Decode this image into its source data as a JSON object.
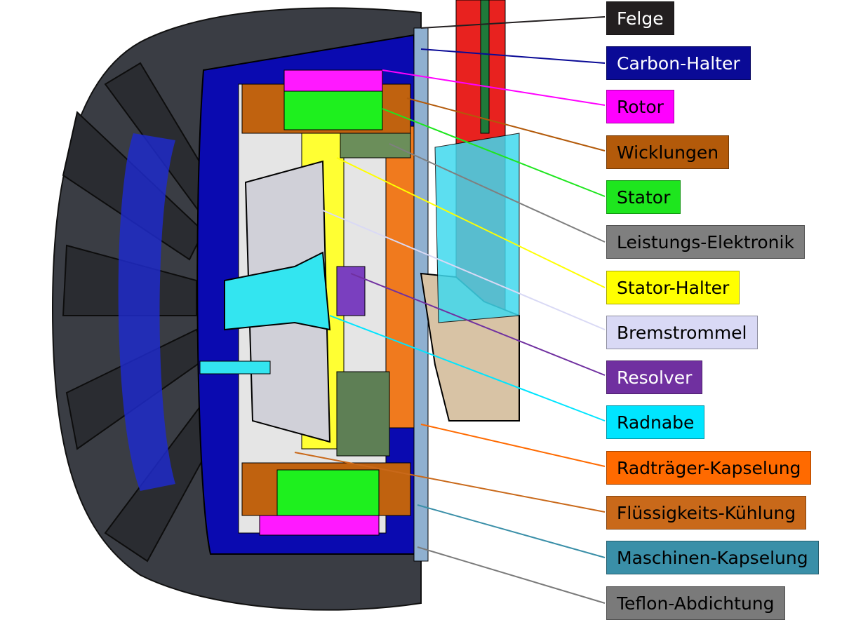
{
  "labels": [
    {
      "id": "felge",
      "text": "Felge",
      "bg": "#231f20",
      "fg": "#ffffff"
    },
    {
      "id": "carbon-halter",
      "text": "Carbon-Halter",
      "bg": "#0a0a96",
      "fg": "#ffffff"
    },
    {
      "id": "rotor",
      "text": "Rotor",
      "bg": "#ff00ff",
      "fg": "#000000"
    },
    {
      "id": "wicklungen",
      "text": "Wicklungen",
      "bg": "#b35a0a",
      "fg": "#000000"
    },
    {
      "id": "stator",
      "text": "Stator",
      "bg": "#1ee61e",
      "fg": "#000000"
    },
    {
      "id": "leistungs-elektronik",
      "text": "Leistungs-Elektronik",
      "bg": "#7f7f7f",
      "fg": "#000000"
    },
    {
      "id": "stator-halter",
      "text": "Stator-Halter",
      "bg": "#ffff00",
      "fg": "#000000"
    },
    {
      "id": "bremstrommel",
      "text": "Bremstrommel",
      "bg": "#d9d9f5",
      "fg": "#000000"
    },
    {
      "id": "resolver",
      "text": "Resolver",
      "bg": "#7030a0",
      "fg": "#ffffff"
    },
    {
      "id": "radnabe",
      "text": "Radnabe",
      "bg": "#00e5ff",
      "fg": "#000000"
    },
    {
      "id": "radtraeger-kapselung",
      "text": "Radträger-Kapselung",
      "bg": "#ff6a00",
      "fg": "#000000"
    },
    {
      "id": "fluessigkeits-kuehlung",
      "text": "Flüssigkeits-Kühlung",
      "bg": "#c9691a",
      "fg": "#000000"
    },
    {
      "id": "maschinen-kapselung",
      "text": "Maschinen-Kapselung",
      "bg": "#3a8fa8",
      "fg": "#000000"
    },
    {
      "id": "teflon-abdichtung",
      "text": "Teflon-Abdichtung",
      "bg": "#7a7a7a",
      "fg": "#000000"
    }
  ]
}
